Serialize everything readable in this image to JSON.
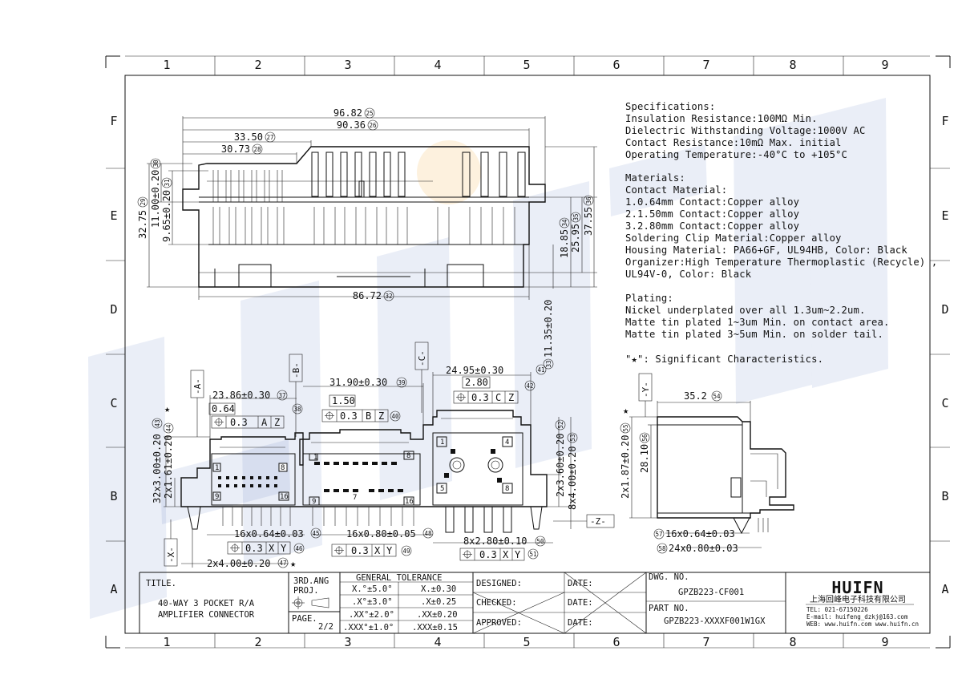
{
  "grid": {
    "columns": [
      "1",
      "2",
      "3",
      "4",
      "5",
      "6",
      "7",
      "8",
      "9"
    ],
    "rows": [
      "F",
      "E",
      "D",
      "C",
      "B",
      "A"
    ]
  },
  "watermark": {
    "text": "HUIFN"
  },
  "specifications": {
    "heading": "Specifications:",
    "lines": [
      "Insulation Resistance:100MΩ Min.",
      "Dielectric Withstanding Voltage:1000V AC",
      "Contact Resistance:10mΩ Max. initial",
      "Operating Temperature:-40°C to +105°C"
    ]
  },
  "materials": {
    "heading": "Materials:",
    "lines": [
      "Contact Material:",
      "1.0.64mm Contact:Copper alloy",
      "2.1.50mm Contact:Copper alloy",
      "3.2.80mm Contact:Copper alloy",
      "Soldering Clip Material:Copper alloy",
      "Housing Material: PA66+GF, UL94HB, Color: Black",
      "Organizer:High Temperature Thermoplastic (Recycle) ,",
      "UL94V-0, Color: Black"
    ]
  },
  "plating": {
    "heading": "Plating:",
    "lines": [
      "Nickel underplated over all 1.3um~2.2um.",
      "Matte tin plated 1~3um Min. on contact area.",
      "Matte tin plated 3~5um Min. on solder tail."
    ]
  },
  "significant_note": "\"★\": Significant Characteristics.",
  "top_view": {
    "dims": {
      "d25": "96.82",
      "d26": "90.36",
      "d27": "33.50",
      "d28": "30.73",
      "d32": "86.72",
      "d29": "32.75",
      "d30": "11.00±0.20",
      "d31": "9.65±0.20",
      "d34": "18.85",
      "d35": "25.95",
      "d36": "37.55",
      "d33": "11.35±0.20"
    },
    "balloons": {
      "b25": "25",
      "b26": "26",
      "b27": "27",
      "b28": "28",
      "b32": "32",
      "b29": "29",
      "b30": "30",
      "b31": "31",
      "b34": "34",
      "b35": "35",
      "b36": "36",
      "b33": "33"
    }
  },
  "front_view": {
    "datums": {
      "a": "-A-",
      "b": "-B-",
      "c": "-C-",
      "x": "-X-",
      "y": "-Y-",
      "z": "-Z-"
    },
    "dims": {
      "d37": "23.86±0.30",
      "d38": "0.64",
      "d39": "31.90±0.30",
      "d40": "1.50",
      "d41": "24.95±0.30",
      "d42": "2.80",
      "d43": "32x3.00±0.20",
      "d44": "2x1.61±0.20",
      "d45": "16x0.64±0.03",
      "d47": "2x4.00±0.20",
      "d48": "16x0.80±0.05",
      "d50": "8x2.80±0.10",
      "d52": "2x3.60±0.20",
      "d53": "8x4.00±0.20"
    },
    "balloons": {
      "b37": "37",
      "b38": "38",
      "b39": "39",
      "b40": "40",
      "b41": "41",
      "b42": "42",
      "b43": "43",
      "b44": "44",
      "b45": "45",
      "b46": "46",
      "b47": "47",
      "b48": "48",
      "b49": "49",
      "b50": "50",
      "b51": "51",
      "b52": "52",
      "b53": "53"
    },
    "fcf_a": {
      "tol": "0.3",
      "d1": "A",
      "d2": "Z"
    },
    "fcf_b": {
      "tol": "0.3",
      "d1": "B",
      "d2": "Z"
    },
    "fcf_c": {
      "tol": "0.3",
      "d1": "C",
      "d2": "Z"
    },
    "fcf_46": {
      "tol": "0.3",
      "d1": "X",
      "d2": "Y"
    },
    "fcf_49": {
      "tol": "0.3",
      "d1": "X",
      "d2": "Y"
    },
    "fcf_51": {
      "tol": "0.3",
      "d1": "X",
      "d2": "Y"
    },
    "pin_labels": [
      "1",
      "8",
      "9",
      "16",
      "8",
      "9",
      "16",
      "1",
      "4",
      "5",
      "8",
      "7",
      "1"
    ]
  },
  "side_view": {
    "dims": {
      "d54": "35.2",
      "d55": "2x1.87±0.20",
      "d56": "28.10",
      "d57": "16x0.64±0.03",
      "d58": "24x0.80±0.03"
    },
    "balloons": {
      "b54": "54",
      "b55": "55",
      "b56": "56",
      "b57": "57",
      "b58": "58"
    }
  },
  "title_block": {
    "title_label": "TITLE.",
    "title_line1": "40-WAY 3 POCKET R/A",
    "title_line2": "AMPLIFIER CONNECTOR",
    "proj_line1": "3RD.ANG",
    "proj_line2": "PROJ.",
    "page_label": "PAGE.",
    "page_value": "2/2",
    "tol_header": "GENERAL TOLERANCE",
    "tol_rows": [
      [
        "X.°±5.0°",
        "X.±0.30"
      ],
      [
        ".X°±3.0°",
        ".X±0.25"
      ],
      [
        ".XX°±2.0°",
        ".XX±0.20"
      ],
      [
        ".XXX°±1.0°",
        ".XXX±0.15"
      ]
    ],
    "designed": "DESIGNED:",
    "checked": "CHECKED:",
    "approved": "APPROVED:",
    "date": "DATE:",
    "dwg_no_label": "DWG. NO.",
    "dwg_no": "GPZB223-CF001",
    "part_no_label": "PART NO.",
    "part_no": "GPZB223-XXXXF001W1GX",
    "company_logo": "HUIFN",
    "company_name": "上海回峰电子科技有限公司",
    "tel": "TEL: 021-67150226",
    "email": "E-mail: huifeng_dzkj@163.com",
    "web": "WEB: www.huifn.com  www.huifn.cn"
  }
}
